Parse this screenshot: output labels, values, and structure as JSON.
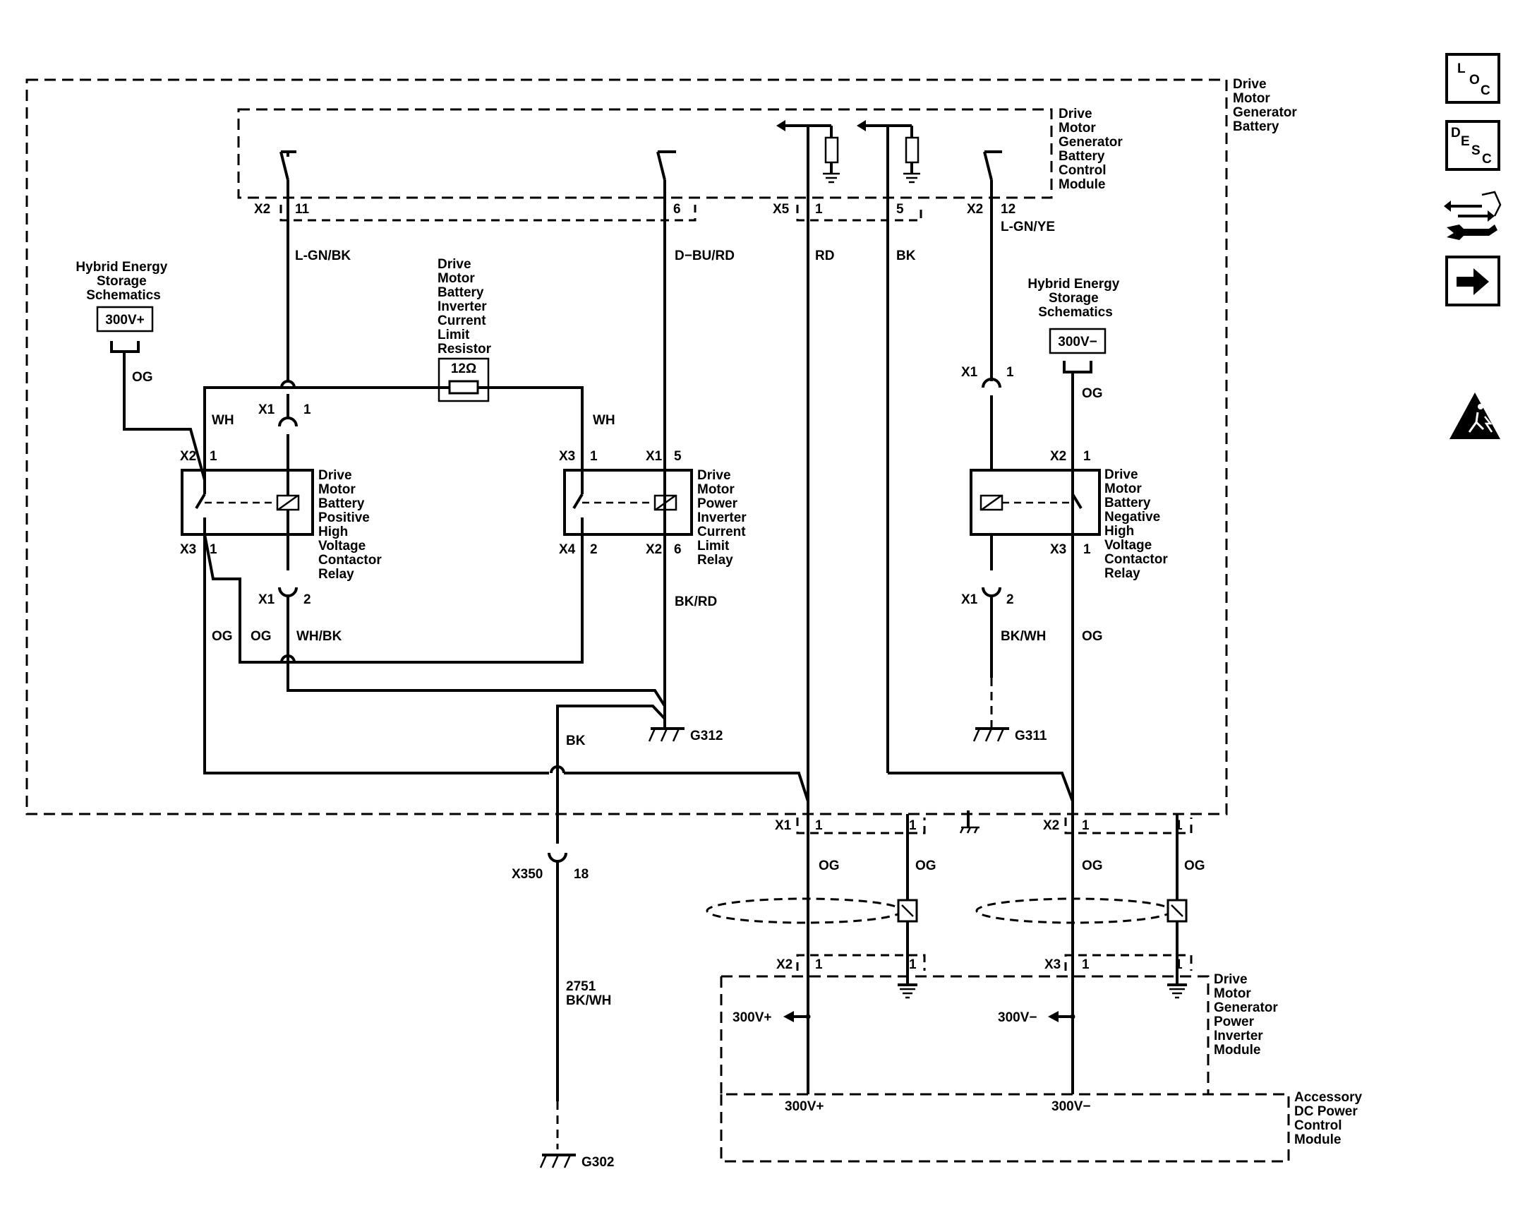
{
  "components": {
    "battery": [
      "Drive",
      "Motor",
      "Generator",
      "Battery"
    ],
    "bcm": [
      "Drive",
      "Motor",
      "Generator",
      "Battery",
      "Control",
      "Module"
    ],
    "resistor": [
      "Drive",
      "Motor",
      "Battery",
      "Inverter",
      "Current",
      "Limit",
      "Resistor"
    ],
    "resistor_value": "12Ω",
    "pos_relay": [
      "Drive",
      "Motor",
      "Battery",
      "Positive",
      "High",
      "Voltage",
      "Contactor",
      "Relay"
    ],
    "inv_relay": [
      "Drive",
      "Motor",
      "Power",
      "Inverter",
      "Current",
      "Limit",
      "Relay"
    ],
    "neg_relay": [
      "Drive",
      "Motor",
      "Battery",
      "Negative",
      "High",
      "Voltage",
      "Contactor",
      "Relay"
    ],
    "pim": [
      "Drive",
      "Motor",
      "Generator",
      "Power",
      "Inverter",
      "Module"
    ],
    "apm": [
      "Accessory",
      "DC Power",
      "Control",
      "Module"
    ],
    "hes_left": [
      "Hybrid Energy",
      "Storage",
      "Schematics"
    ],
    "hes_left_box": "300V+",
    "hes_right": [
      "Hybrid Energy",
      "Storage",
      "Schematics"
    ],
    "hes_right_box": "300V−"
  },
  "wires": {
    "lgn_bk": "L-GN/BK",
    "dbu_rd": "D−BU/RD",
    "rd": "RD",
    "bk": "BK",
    "lgn_ye": "L-GN/YE",
    "og": "OG",
    "wh": "WH",
    "wh_bk": "WH/BK",
    "bk_rd": "BK/RD",
    "bk_wh": "BK/WH",
    "circuit_2751": "2751",
    "bk_wh2": "BK/WH"
  },
  "connectors": {
    "x1": "X1",
    "x2": "X2",
    "x3": "X3",
    "x4": "X4",
    "x5": "X5",
    "x350": "X350",
    "p1": "1",
    "p2": "2",
    "p5": "5",
    "p6": "6",
    "p11": "11",
    "p12": "12",
    "p18": "18"
  },
  "grounds": {
    "g312": "G312",
    "g311": "G311",
    "g302": "G302"
  },
  "pim_outputs": {
    "pos": "300V+",
    "neg": "300V−"
  },
  "apm_inputs": {
    "pos": "300V+",
    "neg": "300V−"
  },
  "nav_icons": [
    {
      "name": "loc-icon",
      "letters": [
        "L",
        "O",
        "C"
      ]
    },
    {
      "name": "desc-icon",
      "letters": [
        "D",
        "E",
        "S",
        "C"
      ]
    },
    {
      "name": "connector-tool-icon"
    },
    {
      "name": "next-arrow-icon"
    }
  ],
  "warning_icon": "high-voltage-warning-icon",
  "colors": {
    "line": "#000000",
    "background": "#ffffff"
  }
}
